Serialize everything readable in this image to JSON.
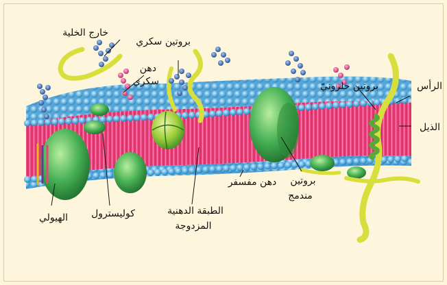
{
  "labels": {
    "outside_cell": "خارج الخلية",
    "glycoprotein": "بروتين سكري",
    "glycolipid_1": "دهن",
    "glycolipid_2": "سكري",
    "helical_protein": "بروتين حلزونيّ",
    "head": "الرأس",
    "tail": "الذيل",
    "cytoplasm": "الهيولي",
    "cholesterol": "كوليسترول",
    "lipid_bilayer_1": "الطبقة الدهنية",
    "lipid_bilayer_2": "المزدوجة",
    "phospholipid": "دهن مفسفر",
    "integral_protein_1": "بروتين",
    "integral_protein_2": "مندمج"
  },
  "colors": {
    "background": "#fef6dc",
    "head_blue": "#6fb7e3",
    "tail_pink": "#e8437a",
    "protein_green": "#3fa34d",
    "sugar_blue": "#3b6fb8",
    "sugar_pink": "#e0478c",
    "helix_yellow": "#d8de3c"
  }
}
